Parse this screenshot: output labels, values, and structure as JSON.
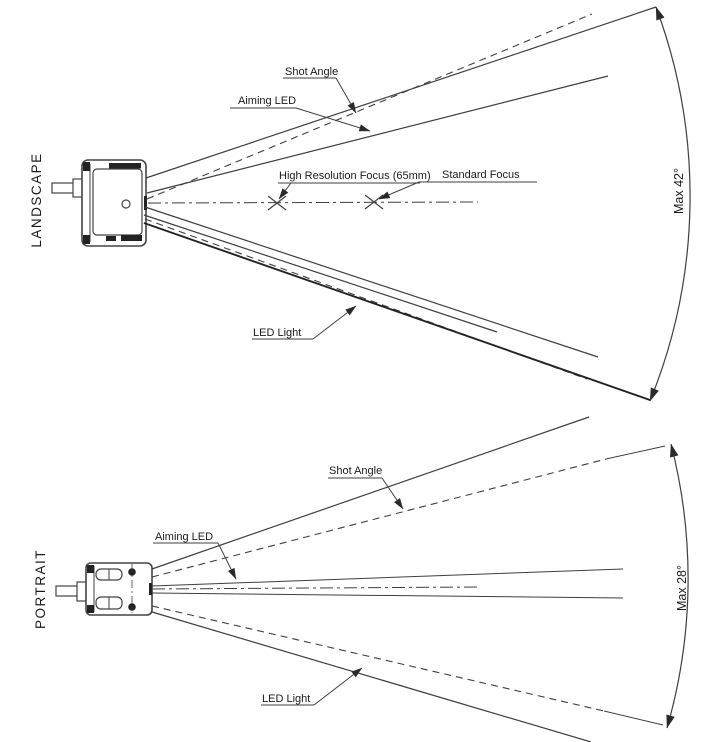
{
  "colors": {
    "background": "#ffffff",
    "line": "#3f3f3f",
    "line_dark": "#232323",
    "text": "#1a1a1a"
  },
  "landscape": {
    "orientation_label": "LANDSCAPE",
    "shot_angle_label": "Shot Angle",
    "aiming_led_label": "Aiming LED",
    "high_res_focus_label": "High Resolution Focus (65mm)",
    "standard_focus_label": "Standard Focus",
    "led_light_label": "LED Light",
    "max_angle_label": "Max 42°",
    "max_angle_value": "42°"
  },
  "portrait": {
    "orientation_label": "PORTRAIT",
    "shot_angle_label": "Shot Angle",
    "aiming_led_label": "Aiming LED",
    "led_light_label": "LED Light",
    "max_angle_label": "Max 28°",
    "max_angle_value": "28°"
  }
}
